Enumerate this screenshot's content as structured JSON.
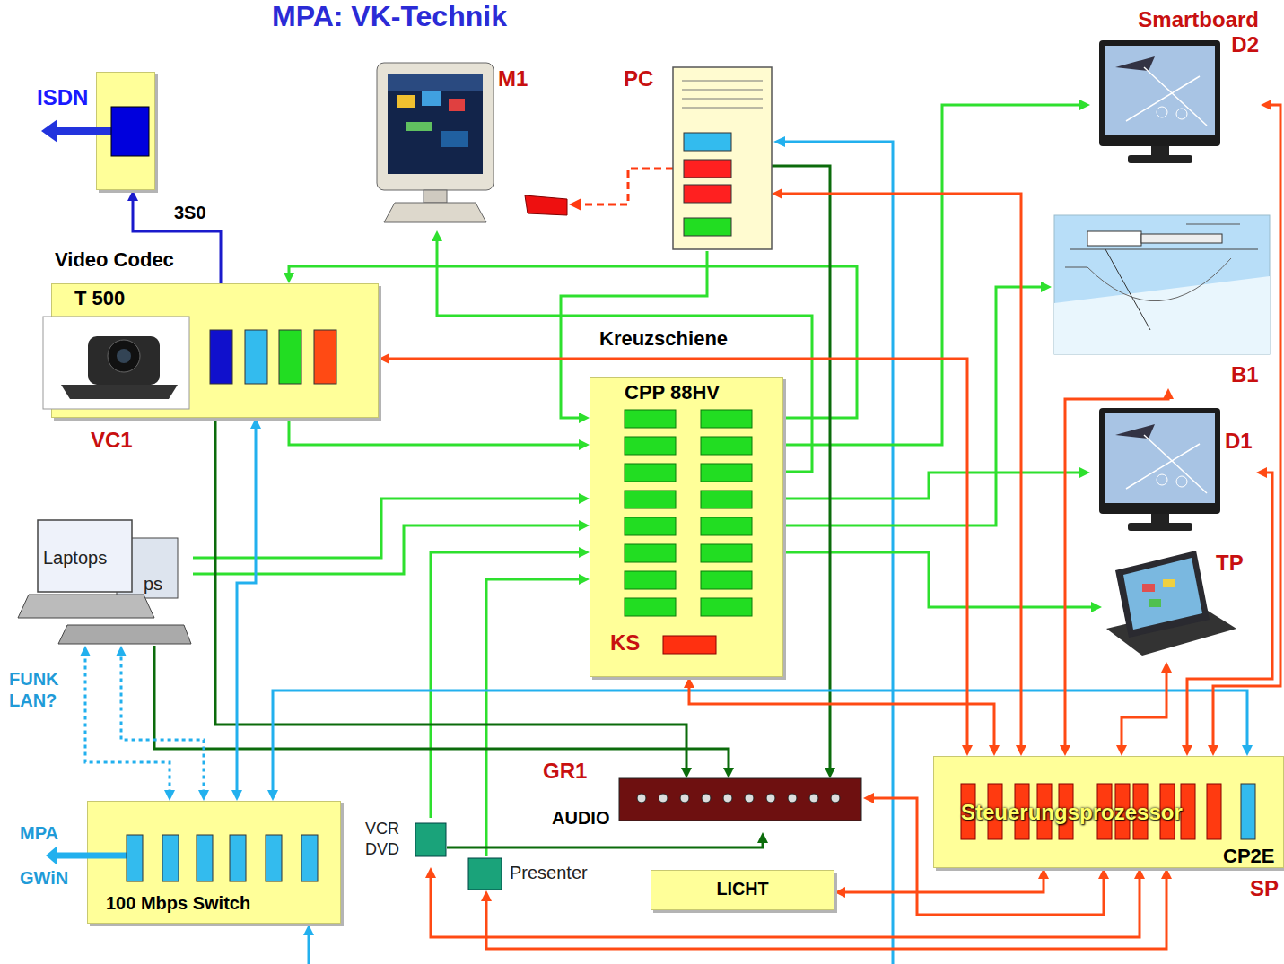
{
  "diagram": {
    "title": "MPA: VK-Technik",
    "nodes": [
      {
        "text": [
          "ISDN"
        ]
      },
      {
        "text": [
          "M1"
        ]
      },
      {
        "text": [
          "PC"
        ]
      },
      {
        "text": [
          "Smartboard D2"
        ]
      },
      {
        "text": [
          "Video Codec",
          "T 500",
          "VC1"
        ]
      },
      {
        "text": [
          "Kreuzschiene",
          "CPP 88HV",
          "KS"
        ]
      },
      {
        "text": [
          "B1"
        ]
      },
      {
        "text": [
          "D1"
        ]
      },
      {
        "text": [
          "Laptops"
        ]
      },
      {
        "text": [
          "TP"
        ]
      },
      {
        "text": [
          "GR1",
          "AUDIO"
        ]
      },
      {
        "text": [
          "Steuerungsprozessor",
          "CP2E",
          "SP"
        ]
      },
      {
        "text": [
          "VCR DVD"
        ]
      },
      {
        "text": [
          "Presenter"
        ]
      },
      {
        "text": [
          "100 Mbps Switch"
        ]
      },
      {
        "text": [
          "LICHT"
        ]
      }
    ],
    "edges": [
      {
        "from": 4,
        "to": 0,
        "arrow": "to",
        "label": "3S0"
      },
      {
        "from": 2,
        "to": 5,
        "arrow": "to"
      },
      {
        "from": 4,
        "to": 5,
        "arrow": "to"
      },
      {
        "from": 8,
        "to": 5,
        "arrow": "to"
      },
      {
        "from": 8,
        "to": 5,
        "arrow": "to"
      },
      {
        "from": 12,
        "to": 5,
        "arrow": "to"
      },
      {
        "from": 13,
        "to": 5,
        "arrow": "to"
      },
      {
        "from": 5,
        "to": 1,
        "arrow": "to"
      },
      {
        "from": 5,
        "to": 4,
        "arrow": "to"
      },
      {
        "from": 5,
        "to": 3,
        "arrow": "to"
      },
      {
        "from": 5,
        "to": 6,
        "arrow": "to"
      },
      {
        "from": 5,
        "to": 7,
        "arrow": "to"
      },
      {
        "from": 5,
        "to": 9,
        "arrow": "to"
      },
      {
        "from": 4,
        "to": 10,
        "arrow": "to"
      },
      {
        "from": 8,
        "to": 10,
        "arrow": "to"
      },
      {
        "from": 2,
        "to": 10,
        "arrow": "to"
      },
      {
        "from": 12,
        "to": 10,
        "arrow": "to"
      },
      {
        "from": 14,
        "to": 4,
        "arrow": "both"
      },
      {
        "from": 14,
        "to": 8,
        "arrow": "both"
      },
      {
        "from": 14,
        "to": 8,
        "arrow": "both"
      },
      {
        "from": 14,
        "to": 11,
        "arrow": "both"
      },
      {
        "from": 11,
        "to": 4,
        "arrow": "both"
      },
      {
        "from": 11,
        "to": 5,
        "arrow": "both"
      },
      {
        "from": 11,
        "to": 2,
        "arrow": "both"
      },
      {
        "from": 11,
        "to": 6,
        "arrow": "both"
      },
      {
        "from": 11,
        "to": 9,
        "arrow": "both"
      },
      {
        "from": 11,
        "to": 7,
        "arrow": "both"
      },
      {
        "from": 11,
        "to": 3,
        "arrow": "both"
      },
      {
        "from": 11,
        "to": 10,
        "arrow": "both"
      },
      {
        "from": 11,
        "to": 15,
        "arrow": "both"
      },
      {
        "from": 11,
        "to": 12,
        "arrow": "both"
      },
      {
        "from": 11,
        "to": 13,
        "arrow": "both"
      }
    ],
    "labels": [
      "MPA",
      "GWiN",
      "FUNK LAN?",
      "ps"
    ]
  }
}
